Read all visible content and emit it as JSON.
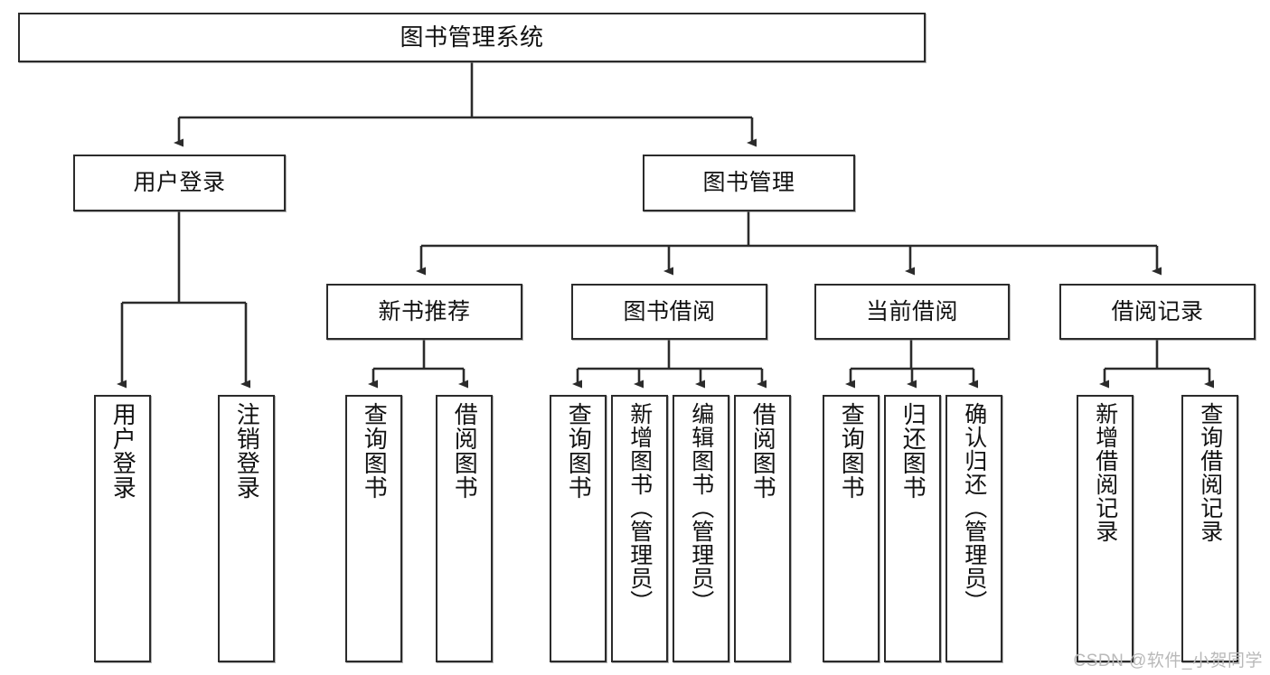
{
  "diagram": {
    "type": "tree",
    "title": "图书管理系统",
    "watermark": "CSDN @软件_小贺同学",
    "colors": {
      "stroke": "#2b2b2b",
      "fill": "#ffffff",
      "text": "#111111",
      "watermark": "#b9b9b9"
    },
    "root": {
      "label": "图书管理系统"
    },
    "level2": [
      {
        "label": "用户登录"
      },
      {
        "label": "图书管理"
      }
    ],
    "level3": [
      {
        "label": "新书推荐"
      },
      {
        "label": "图书借阅"
      },
      {
        "label": "当前借阅"
      },
      {
        "label": "借阅记录"
      }
    ],
    "leaves": {
      "user_login": [
        {
          "label": "用户登录"
        },
        {
          "label": "注销登录"
        }
      ],
      "new_book": [
        {
          "label": "查询图书"
        },
        {
          "label": "借阅图书"
        }
      ],
      "borrow": [
        {
          "label": "查询图书"
        },
        {
          "label": "新增图书（管理员）"
        },
        {
          "label": "编辑图书（管理员）"
        },
        {
          "label": "借阅图书"
        }
      ],
      "current": [
        {
          "label": "查询图书"
        },
        {
          "label": "归还图书"
        },
        {
          "label": "确认归还（管理员）"
        }
      ],
      "records": [
        {
          "label": "新增借阅记录"
        },
        {
          "label": "查询借阅记录"
        }
      ]
    }
  }
}
